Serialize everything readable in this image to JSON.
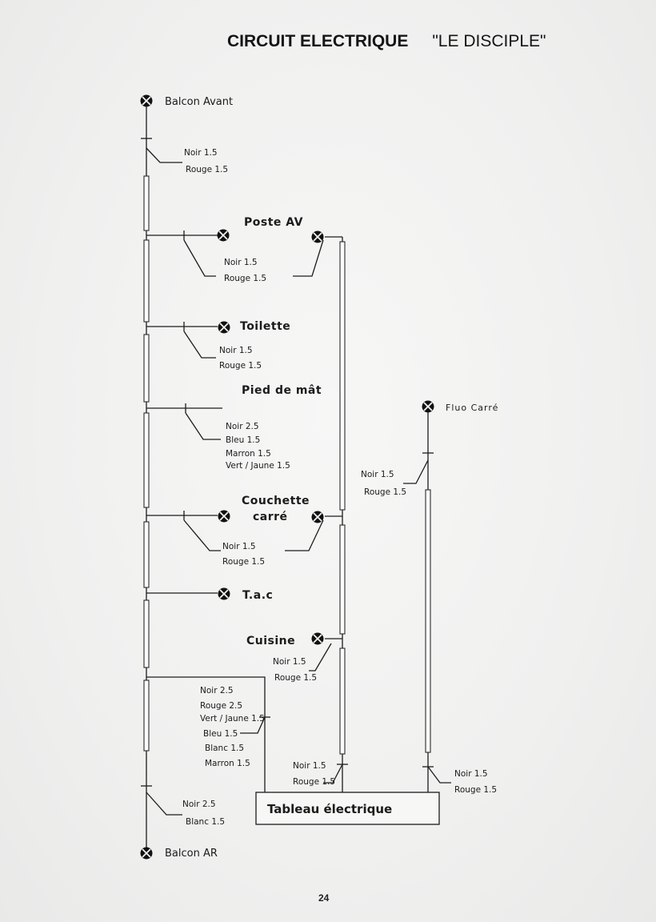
{
  "title": {
    "main": "CIRCUIT ELECTRIQUE",
    "boat": "\"LE DISCIPLE\""
  },
  "page_number": "24",
  "points": {
    "balcon_avant": "Balcon Avant",
    "poste_av": "Poste AV",
    "toilette": "Toilette",
    "pied_de_mat": "Pied de mât",
    "couchette_line1": "Couchette",
    "couchette_line2": "carré",
    "tac": "T.a.c",
    "cuisine": "Cuisine",
    "fluo_carre": "Fluo Carré",
    "balcon_ar": "Balcon AR",
    "tableau": "Tableau électrique"
  },
  "wires": {
    "balcon_avant": [
      "Noir 1.5",
      "Rouge 1.5"
    ],
    "poste_av": [
      "Noir 1.5",
      "Rouge 1.5"
    ],
    "toilette": [
      "Noir 1.5",
      "Rouge 1.5"
    ],
    "pied_de_mat": [
      "Noir 2.5",
      "Bleu 1.5",
      "Marron 1.5",
      "Vert / Jaune 1.5"
    ],
    "couchette": [
      "Noir 1.5",
      "Rouge 1.5"
    ],
    "cuisine": [
      "Noir 1.5",
      "Rouge 1.5"
    ],
    "fluo_top": [
      "Noir 1.5",
      "Rouge 1.5"
    ],
    "tableau_main": [
      "Noir 2.5",
      "Rouge 2.5",
      "Vert / Jaune 1.5",
      "Bleu 1.5",
      "Blanc 1.5",
      "Marron 1.5"
    ],
    "tableau_right": [
      "Noir 1.5",
      "Rouge 1.5"
    ],
    "fluo_bottom": [
      "Noir 1.5",
      "Rouge 1.5"
    ],
    "balcon_ar": [
      "Noir 2.5",
      "Blanc 1.5"
    ]
  }
}
